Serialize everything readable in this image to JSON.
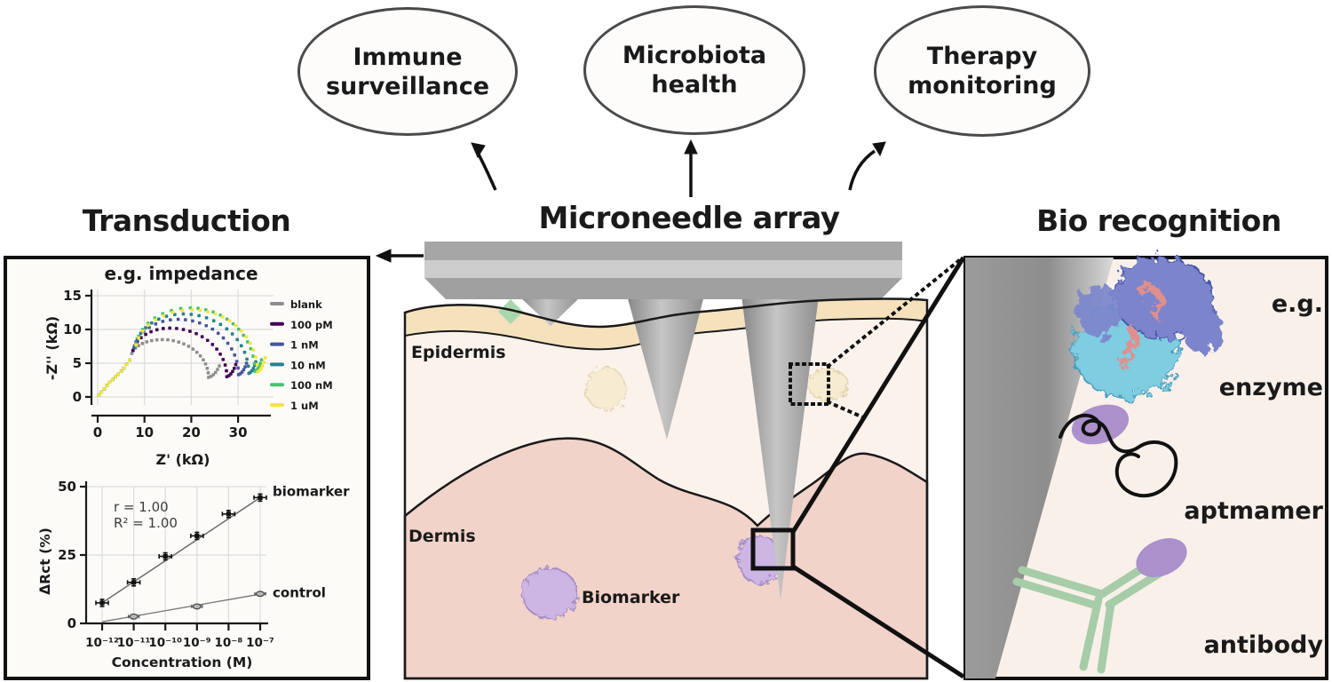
{
  "titles": {
    "transduction": "Transduction",
    "microneedle_array": "Microneedle array",
    "bio_recognition": "Bio recognition"
  },
  "outcome_bubbles": [
    {
      "label": "Immune surveillance",
      "lines": [
        "Immune",
        "surveillance"
      ]
    },
    {
      "label": "Microbiota health",
      "lines": [
        "Microbiota",
        "health"
      ]
    },
    {
      "label": "Therapy monitoring",
      "lines": [
        "Therapy",
        "monitoring"
      ]
    }
  ],
  "skin_diagram": {
    "epidermis_label": "Epidermis",
    "dermis_label": "Dermis",
    "biomarker_label": "Biomarker"
  },
  "bio_recognition_panel": {
    "eg_label": "e.g.",
    "enzyme_label": "enzyme",
    "aptamer_label": "aptmamer",
    "antibody_label": "antibody"
  },
  "chart_data": [
    {
      "type": "scatter",
      "title": "e.g. impedance",
      "xlabel": "Z' (kΩ)",
      "ylabel": "-Z'' (kΩ)",
      "xlim": [
        0,
        37
      ],
      "ylim": [
        0,
        15
      ],
      "xticks": [
        0,
        10,
        20,
        30
      ],
      "yticks": [
        0,
        5,
        10,
        15
      ],
      "grid": true,
      "legend_position": "right",
      "shared_tail": [
        [
          0.3,
          0.25
        ],
        [
          0.8,
          0.7
        ],
        [
          1.4,
          1.2
        ],
        [
          2.0,
          1.7
        ],
        [
          2.6,
          2.15
        ],
        [
          3.2,
          2.55
        ],
        [
          3.8,
          2.95
        ],
        [
          4.4,
          3.35
        ],
        [
          5.0,
          3.8
        ],
        [
          5.6,
          4.3
        ],
        [
          6.2,
          4.85
        ],
        [
          6.8,
          5.45
        ]
      ],
      "series": [
        {
          "name": "blank",
          "color": "#8e8e8e",
          "start": [
            7.2,
            6.0
          ],
          "peak": [
            13.8,
            8.5
          ],
          "dip": [
            23.7,
            2.9
          ],
          "end": [
            26.0,
            4.6
          ]
        },
        {
          "name": "100 pM",
          "color": "#440154",
          "start": [
            7.4,
            6.2
          ],
          "peak": [
            15.4,
            10.2
          ],
          "dip": [
            27.6,
            3.0
          ],
          "end": [
            29.5,
            4.8
          ]
        },
        {
          "name": "1 nM",
          "color": "#46559d",
          "start": [
            7.6,
            6.4
          ],
          "peak": [
            17.2,
            11.5
          ],
          "dip": [
            30.1,
            3.3
          ],
          "end": [
            31.8,
            5.0
          ]
        },
        {
          "name": "10 nM",
          "color": "#27808e",
          "start": [
            7.8,
            6.6
          ],
          "peak": [
            18.3,
            12.3
          ],
          "dip": [
            32.3,
            3.5
          ],
          "end": [
            33.8,
            5.2
          ]
        },
        {
          "name": "100 nM",
          "color": "#4ac16d",
          "start": [
            8.0,
            6.8
          ],
          "peak": [
            19.8,
            13.2
          ],
          "dip": [
            33.6,
            3.8
          ],
          "end": [
            35.0,
            5.5
          ]
        },
        {
          "name": "1 uM",
          "color": "#f4e63a",
          "start": [
            8.0,
            6.6
          ],
          "peak": [
            20.2,
            12.9
          ],
          "dip": [
            34.2,
            3.7
          ],
          "end": [
            35.8,
            5.8
          ]
        }
      ]
    },
    {
      "type": "scatter",
      "title": "",
      "xlabel": "Concentration (M)",
      "ylabel": "ΔRct (%)",
      "ylim": [
        0,
        50
      ],
      "yticks": [
        0,
        25,
        50
      ],
      "x_exponents": [
        -12,
        -11,
        -10,
        -9,
        -8,
        -7
      ],
      "xtick_labels": [
        "10⁻¹²",
        "10⁻¹¹",
        "10⁻¹⁰",
        "10⁻⁹",
        "10⁻⁸",
        "10⁻⁷"
      ],
      "annotation_lines": [
        "r = 1.00",
        "R² = 1.00"
      ],
      "grid": true,
      "series": [
        {
          "name": "biomarker",
          "color": "#1a1a1a",
          "marker": "square",
          "points": [
            [
              -12,
              7.5
            ],
            [
              -11,
              15
            ],
            [
              -10,
              24.5
            ],
            [
              -9,
              32
            ],
            [
              -8,
              40
            ],
            [
              -7,
              46
            ]
          ],
          "line": [
            [
              -12,
              7.5
            ],
            [
              -7,
              46
            ]
          ]
        },
        {
          "name": "control",
          "color": "#909090",
          "marker": "ellipse",
          "points": [
            [
              -11,
              2.5
            ],
            [
              -9,
              6.2
            ],
            [
              -7,
              10.8
            ]
          ],
          "line": [
            [
              -12,
              0.6
            ],
            [
              -6.8,
              11.1
            ]
          ]
        }
      ]
    }
  ],
  "palette": {
    "skin_epidermis": "#fbf2ec",
    "skin_stratum_corneum": "#f5e2bd",
    "skin_dermis": "#f2d3c9",
    "needle_gray": "#a6a6a6",
    "biomarker_purple": "#cdb5e4",
    "immune_cell_green": "#a8d7ae",
    "cream_blob": "#f6ecd2",
    "protein_blue": "#7b85cc",
    "protein_cyan": "#7fcde0",
    "protein_accent_salmon": "#e08f8d",
    "antibody_green": "#a6cda8",
    "receptor_purple": "#ab90cc"
  }
}
